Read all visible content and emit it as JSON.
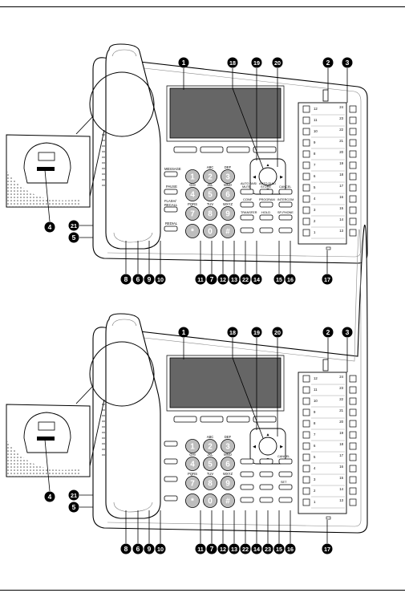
{
  "top_figure": {
    "callouts": [
      "1",
      "18",
      "19",
      "20",
      "2",
      "3",
      "4",
      "21",
      "5",
      "8",
      "6",
      "9",
      "10",
      "11",
      "7",
      "12",
      "13",
      "22",
      "14",
      "15",
      "16",
      "17"
    ],
    "key_labels": {
      "message": "MESSAGE",
      "pause": "PAUSE",
      "flash_recall": [
        "FLASH/",
        "RECALL"
      ],
      "redial": "REDIAL",
      "auto_ans_mute": [
        "AUTO ANS/",
        "MUTE"
      ],
      "auto_dial_store": [
        "AUTO DIAL/",
        "STORE"
      ],
      "conf": "CONF",
      "transfer": "TRANSFER",
      "program": "PROGRAM",
      "hold": "HOLD",
      "cancel": "CANCEL",
      "intercom": "INTERCOM",
      "sp_phone": "SP-PHONE"
    },
    "dial_letters": [
      "ABC",
      "DEF",
      "GHI",
      "JKL",
      "MNO",
      "PQRS",
      "TUV",
      "WXYZ"
    ],
    "dial_digits": [
      "1",
      "2",
      "3",
      "4",
      "5",
      "6",
      "7",
      "8",
      "9",
      "*",
      "0",
      "#"
    ],
    "dss_numbers": [
      "24",
      "12",
      "23",
      "11",
      "22",
      "10",
      "21",
      "9",
      "20",
      "8",
      "19",
      "7",
      "18",
      "6",
      "17",
      "5",
      "16",
      "4",
      "15",
      "3",
      "14",
      "2",
      "13",
      "1"
    ]
  },
  "bottom_figure": {
    "callouts": [
      "1",
      "18",
      "19",
      "20",
      "2",
      "3",
      "4",
      "21",
      "5",
      "8",
      "6",
      "9",
      "10",
      "11",
      "7",
      "12",
      "13",
      "22",
      "14",
      "23",
      "15",
      "16",
      "17"
    ],
    "key_labels": {
      "cancel": "CANCEL",
      "set": "SET"
    },
    "dial_letters": [
      "ABC",
      "DEF",
      "GHI",
      "JKL",
      "MNO",
      "PQRS",
      "TUV",
      "WXYZ"
    ],
    "dial_digits": [
      "1",
      "2",
      "3",
      "4",
      "5",
      "6",
      "7",
      "8",
      "9",
      "*",
      "0",
      "#"
    ],
    "dss_numbers": [
      "24",
      "12",
      "23",
      "11",
      "22",
      "10",
      "21",
      "9",
      "20",
      "8",
      "19",
      "7",
      "18",
      "6",
      "17",
      "5",
      "16",
      "4",
      "15",
      "3",
      "14",
      "2",
      "13",
      "1"
    ]
  }
}
